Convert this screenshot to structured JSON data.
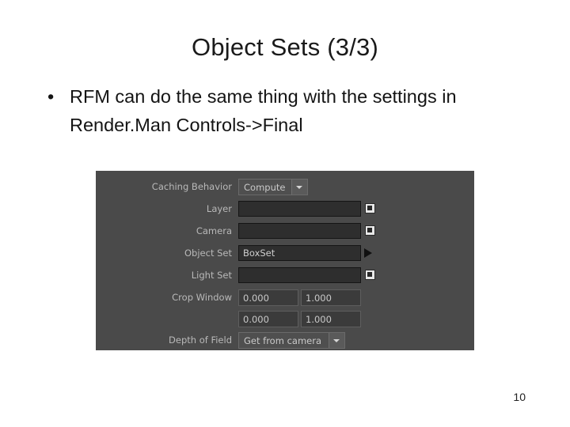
{
  "slide": {
    "title": "Object Sets (3/3)",
    "bullet_marker": "•",
    "bullet_text": "RFM can do the same thing with the settings in Render.Man Controls->Final",
    "page_number": "10"
  },
  "panel": {
    "rows": [
      {
        "label": "Caching Behavior",
        "control": "combo",
        "value": "Compute"
      },
      {
        "label": "Layer",
        "control": "text",
        "value": ""
      },
      {
        "label": "Camera",
        "control": "text",
        "value": ""
      },
      {
        "label": "Object Set",
        "control": "text",
        "value": "BoxSet"
      },
      {
        "label": "Light Set",
        "control": "text",
        "value": ""
      },
      {
        "label": "Crop Window",
        "control": "numbers",
        "value": ""
      },
      {
        "label": "Depth of Field",
        "control": "combo",
        "value": "Get from camera"
      }
    ],
    "crop_window": {
      "row1": [
        "0.000",
        "1.000"
      ],
      "row2": [
        "0.000",
        "1.000"
      ]
    },
    "icons": {
      "map_button": "map-button-icon",
      "arrow_button": "arrow-button-icon",
      "dropdown": "chevron-down-icon"
    }
  }
}
